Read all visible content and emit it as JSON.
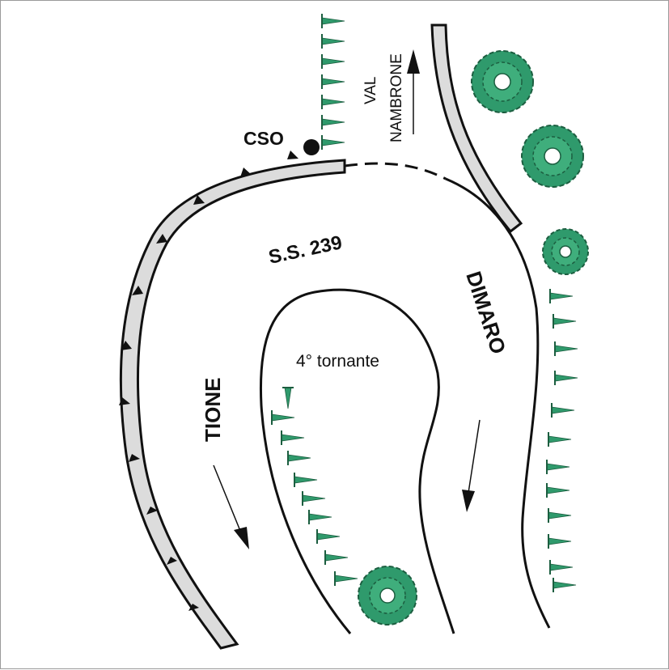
{
  "labels": {
    "cso": "CSO",
    "road": "S.S. 239",
    "val_line1": "VAL",
    "val_line2": "NAMBRONE",
    "dimaro": "DIMARO",
    "tione": "TIONE",
    "hairpin": "4° tornante"
  },
  "colors": {
    "road_line": "#111111",
    "protection_fill": "#dcdcdc",
    "vegetation": "#2f9a6c",
    "vegetation_dark": "#1c5e40"
  },
  "icons": {
    "grass": "grass-tuft-icon",
    "tree": "tree-canopy-icon",
    "scarp": "scarp-triangle-icon",
    "flow": "direction-arrow-icon",
    "point": "monitoring-point-icon"
  }
}
